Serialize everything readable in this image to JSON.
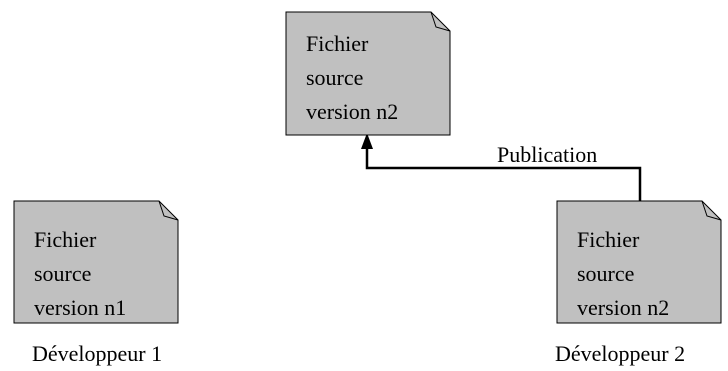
{
  "diagram": {
    "documents": {
      "top": {
        "line1": "Fichier",
        "line2": "source",
        "line3": "version n2"
      },
      "left": {
        "line1": "Fichier",
        "line2": "source",
        "line3": "version n1"
      },
      "right": {
        "line1": "Fichier",
        "line2": "source",
        "line3": "version n2"
      }
    },
    "captions": {
      "developer1": "Développeur 1",
      "developer2": "Développeur 2"
    },
    "edges": {
      "publication": "Publication"
    },
    "colors": {
      "document_fill": "#c0c0c0",
      "stroke": "#000000",
      "background": "#ffffff"
    }
  }
}
